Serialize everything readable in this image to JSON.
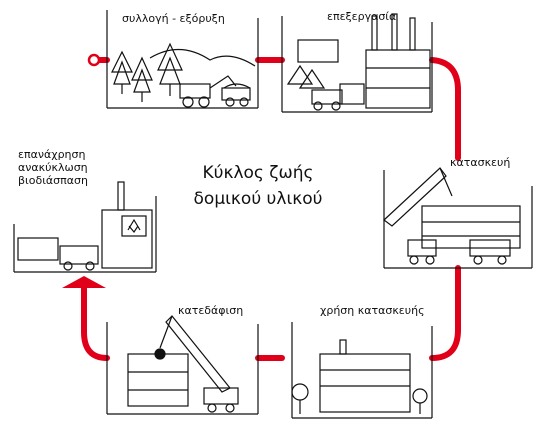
{
  "title": {
    "line1": "Κύκλος ζωής",
    "line2": "δομικού υλικού"
  },
  "stages": {
    "collection": "συλλογή - εξόρυξη",
    "processing": "επεξεργασία",
    "construction": "κατασκευή",
    "use": "χρήση κατασκευής",
    "demolition": "κατεδάφιση",
    "reuse": "επανάχρηση",
    "recycling": "ανακύκλωση",
    "biodegradation": "βιοδιάσπαση"
  },
  "colors": {
    "cycle_line": "#e0001a",
    "ink": "#111111"
  }
}
